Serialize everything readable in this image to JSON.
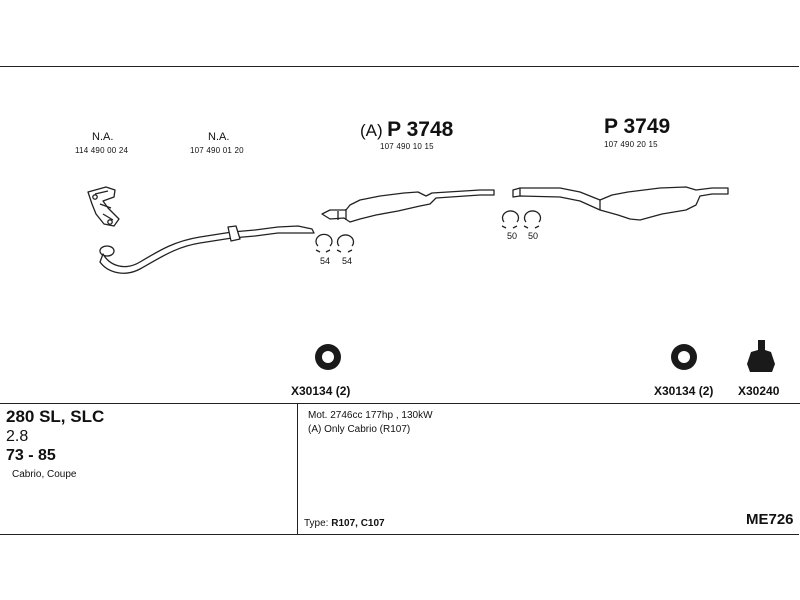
{
  "parts": {
    "na_1": {
      "label": "N.A.",
      "number": "114 490 00 24"
    },
    "na_2": {
      "label": "N.A.",
      "number": "107 490 01 20"
    },
    "p3748": {
      "prefix": "(A)",
      "code": "P 3748",
      "number": "107 490 10 15"
    },
    "p3749": {
      "code": "P 3749",
      "number": "107 490 20 15"
    },
    "clamps_left": [
      "54",
      "54"
    ],
    "clamps_right": [
      "50",
      "50"
    ],
    "ring_left": "X30134 (2)",
    "ring_right": "X30134 (2)",
    "mount_right": "X30240"
  },
  "vehicle": {
    "model": "280 SL, SLC",
    "displacement": "2.8",
    "years": "73 - 85",
    "body": "Cabrio, Coupe"
  },
  "notes": {
    "engine": "Mot. 2746cc 177hp , 130kW",
    "cabrio": "(A) Only Cabrio (R107)",
    "type_label": "Type:",
    "type_value": "R107, C107"
  },
  "reference": "ME726"
}
